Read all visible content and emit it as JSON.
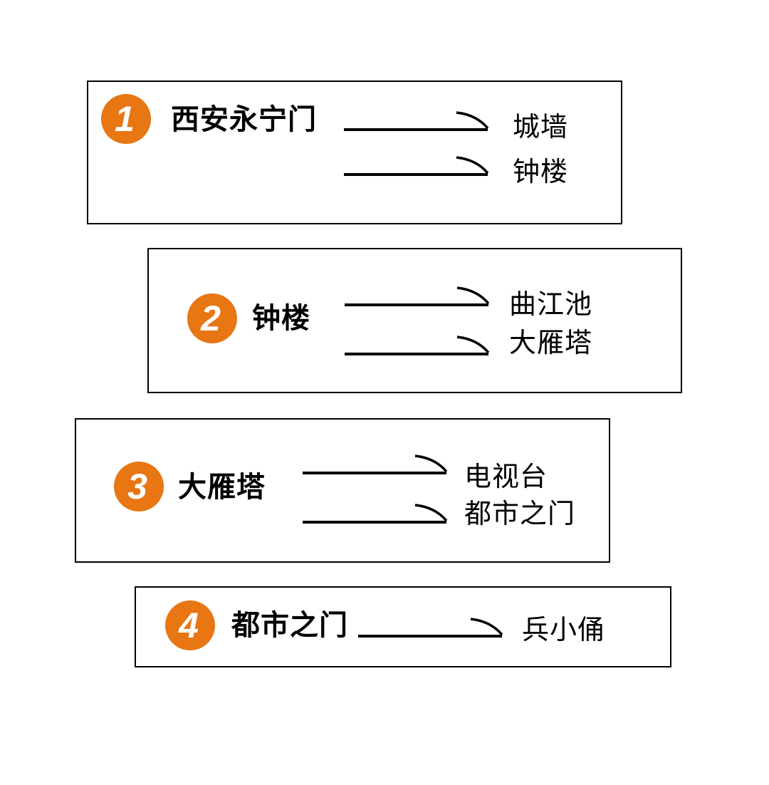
{
  "palette": {
    "accent_orange": "#E87613",
    "box_border": "#000000",
    "text": "#000000",
    "badge_text": "#FFFFFF",
    "background": "#FFFFFF"
  },
  "diagram": {
    "steps": [
      {
        "number": "1",
        "label": "西安永宁门",
        "destinations": [
          "城墙",
          "钟楼"
        ]
      },
      {
        "number": "2",
        "label": "钟楼",
        "destinations": [
          "曲江池",
          "大雁塔"
        ]
      },
      {
        "number": "3",
        "label": "大雁塔",
        "destinations": [
          "电视台",
          "都市之门"
        ]
      },
      {
        "number": "4",
        "label": "都市之门",
        "destinations": [
          "兵小俑"
        ]
      }
    ]
  }
}
